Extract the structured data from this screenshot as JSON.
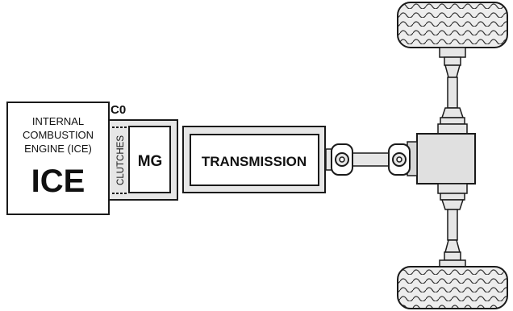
{
  "ice": {
    "label_line1": "INTERNAL",
    "label_line2": "COMBUSTION",
    "label_line3": "ENGINE (ICE)",
    "big_label": "ICE"
  },
  "c0_label": "C0",
  "clutches_label": "CLUTCHES",
  "mg_label": "MG",
  "transmission_label": "TRANSMISSION",
  "colors": {
    "stroke": "#1a1a1a",
    "housing_fill": "#e6e6e6",
    "inner_fill": "#ffffff",
    "tire_fill": "#ededed",
    "differential_fill": "#e0e0e0"
  },
  "icon_names": [
    "universal-joint-icon",
    "wheel-icon",
    "differential-icon",
    "axle-icon"
  ]
}
